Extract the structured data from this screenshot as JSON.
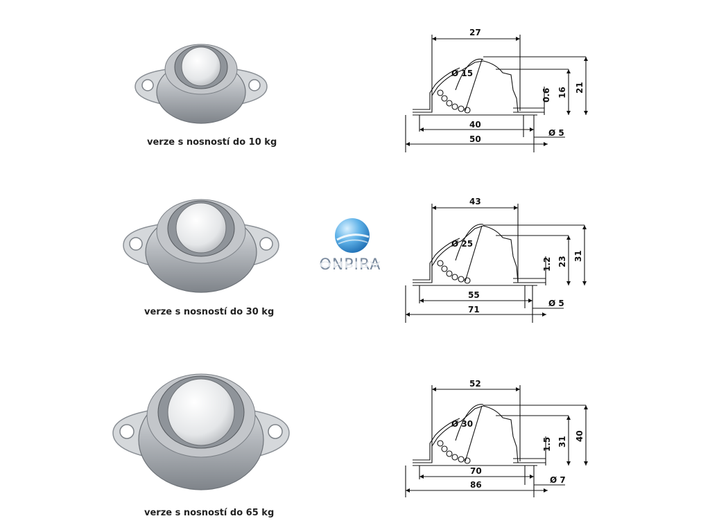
{
  "logo": {
    "brand": "ONPIRA"
  },
  "variants": [
    {
      "caption": "verze s nosností do 10 kg",
      "dims": {
        "top_width": "27",
        "ball": "Ø 15",
        "gap": "0.6",
        "h_inner": "16",
        "h_total": "21",
        "hole_spacing": "40",
        "hole": "Ø 5",
        "flange": "50"
      }
    },
    {
      "caption": "verze s nosností do 30 kg",
      "dims": {
        "top_width": "43",
        "ball": "Ø 25",
        "gap": "1.2",
        "h_inner": "23",
        "h_total": "31",
        "hole_spacing": "55",
        "hole": "Ø 5",
        "flange": "71"
      }
    },
    {
      "caption": "verze s nosností do 65 kg",
      "dims": {
        "top_width": "52",
        "ball": "Ø 30",
        "gap": "1.5",
        "h_inner": "31",
        "h_total": "40",
        "hole_spacing": "70",
        "hole": "Ø 7",
        "flange": "86"
      }
    }
  ]
}
